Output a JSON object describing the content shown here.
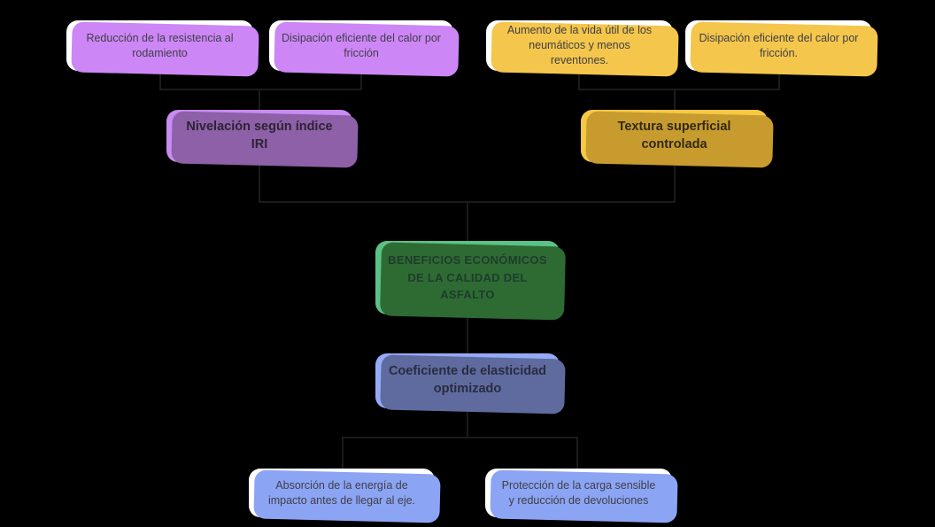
{
  "canvas": {
    "background": "#000000",
    "connector_color": "#1b1b1b"
  },
  "nodes": {
    "root": {
      "label": "BENEFICIOS ECONÓMICOS DE LA CALIDAD DEL ASFALTO",
      "fill": "#5ac287",
      "shadow": "#2e6b33"
    },
    "nivelacion": {
      "label": "Nivelación según índice IRI",
      "fill": "#c98cf2",
      "shadow": "#8d60a8"
    },
    "textura": {
      "label": "Textura superficial controlada",
      "fill": "#f6c844",
      "shadow": "#c79b2e"
    },
    "coeficiente": {
      "label": "Coeficiente de elasticidad optimizado",
      "fill": "#95aaf8",
      "shadow": "#5f6b9e"
    },
    "reduccion_resistencia": {
      "label": "Reducción de la resistencia al rodamiento",
      "fill": "#ffffff",
      "shadow": "#cd86f6"
    },
    "disipacion_calor_1": {
      "label": "Disipación eficiente del calor por fricción",
      "fill": "#ffffff",
      "shadow": "#cd86f6"
    },
    "aumento_vida_util": {
      "label": "Aumento de la vida útil de los neumáticos y menos reventones.",
      "fill": "#ffffff",
      "shadow": "#f4c64b"
    },
    "disipacion_calor_2": {
      "label": "Disipación eficiente del calor por fricción.",
      "fill": "#ffffff",
      "shadow": "#f4c64b"
    },
    "absorcion_energia": {
      "label": "Absorción de la energía de impacto antes de llegar al eje.",
      "fill": "#ffffff",
      "shadow": "#8ca4f4"
    },
    "proteccion_carga": {
      "label": "Protección de la carga sensible y reducción de devoluciones",
      "fill": "#ffffff",
      "shadow": "#8ca4f4"
    }
  },
  "edges": [
    [
      "nivelacion",
      "reduccion_resistencia"
    ],
    [
      "nivelacion",
      "disipacion_calor_1"
    ],
    [
      "textura",
      "aumento_vida_util"
    ],
    [
      "textura",
      "disipacion_calor_2"
    ],
    [
      "root",
      "nivelacion"
    ],
    [
      "root",
      "textura"
    ],
    [
      "root",
      "coeficiente"
    ],
    [
      "coeficiente",
      "absorcion_energia"
    ],
    [
      "coeficiente",
      "proteccion_carga"
    ]
  ]
}
